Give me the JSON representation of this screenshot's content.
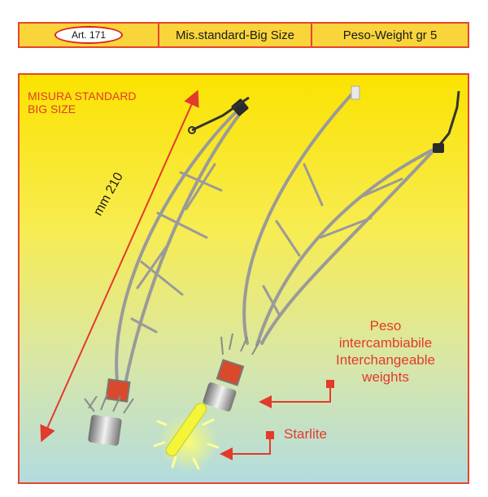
{
  "header": {
    "article": "Art. 171",
    "size": "Mis.standard-Big Size",
    "weight": "Peso-Weight gr 5"
  },
  "panel": {
    "standard_label_line1": "MISURA STANDARD",
    "standard_label_line2": "BIG SIZE",
    "dimension_label": "mm 210",
    "weight_line1": "Peso",
    "weight_line2": "intercambiabile",
    "weight_line3": "Interchangeable",
    "weight_line4": "weights",
    "starlite_label": "Starlite"
  },
  "colors": {
    "accent_red": "#e23a2b",
    "header_fill": "#f9d43a",
    "gradient_top": "#fbe300",
    "gradient_bottom": "#b3dcdf",
    "starlite_glow": "#ffff66"
  },
  "icons": [
    "double-arrow-icon",
    "callout-arrow-icon",
    "feeder-cage-illustration",
    "swivel-icon",
    "starlite-glow-icon"
  ]
}
